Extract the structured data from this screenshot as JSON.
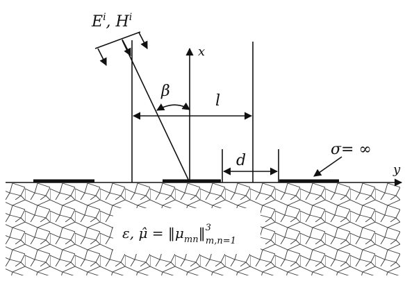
{
  "labels": {
    "incident_field": "E",
    "incident_field_sup": "i",
    "incident_sep": ", H",
    "incident_field2_sup": "i",
    "axis_x": "x",
    "axis_y": "y",
    "angle": "β",
    "length_l": "l",
    "length_d": "d",
    "conductivity": "σ= ∞",
    "medium_lhs": "ε, μ̂ = ‖μ",
    "medium_sub": "mn",
    "medium_close": "‖",
    "medium_sup": "3",
    "medium_range": "m,n=1"
  },
  "colors": {
    "ink": "#111111",
    "medium_pattern": "#333333",
    "background": "#ffffff"
  }
}
